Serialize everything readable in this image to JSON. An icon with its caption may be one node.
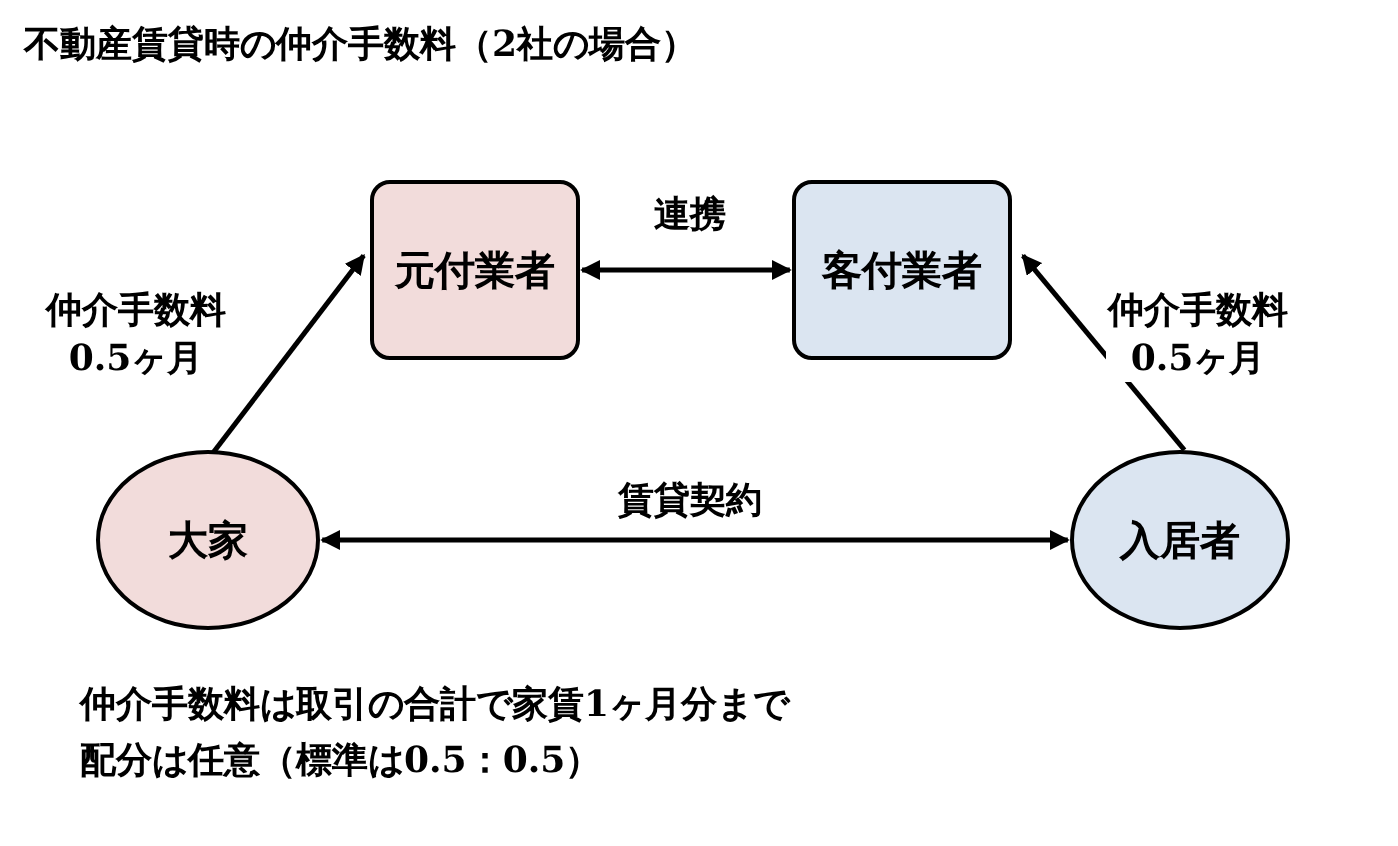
{
  "diagram": {
    "title": "不動産賃貸時の仲介手数料（2社の場合）",
    "nodes": [
      {
        "text": [
          "元付業者"
        ]
      },
      {
        "text": [
          "客付業者"
        ]
      },
      {
        "text": [
          "大家"
        ]
      },
      {
        "text": [
          "入居者"
        ]
      }
    ],
    "edges": [
      {
        "from": 2,
        "to": 0,
        "arrow": "to",
        "label": "仲介手数料0.5ヶ月"
      },
      {
        "from": 3,
        "to": 1,
        "arrow": "to",
        "label": "仲介手数料0.5ヶ月"
      },
      {
        "from": 0,
        "to": 1,
        "arrow": "both",
        "label": "連携"
      },
      {
        "from": 2,
        "to": 3,
        "arrow": "both",
        "label": "賃貸契約"
      }
    ],
    "labels": [
      "仲介手数料は取引の合計で家賃1ヶ月分まで",
      "配分は任意（標準は0.5：0.5）"
    ]
  }
}
